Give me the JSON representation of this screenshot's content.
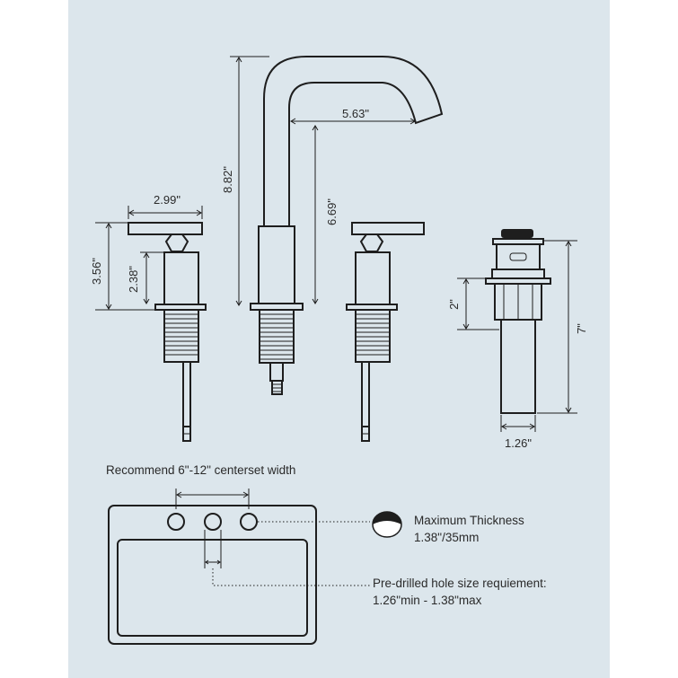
{
  "dimensions": {
    "handle_width": "2.99\"",
    "handle_height": "3.56\"",
    "handle_body_height": "2.38\"",
    "spout_height": "8.82\"",
    "spout_reach": "5.63\"",
    "spout_clearance": "6.69\"",
    "drain_height": "2\"",
    "drain_length": "7\"",
    "drain_width": "1.26\""
  },
  "notes": {
    "centerset": "Recommend 6\"-12\" centerset width",
    "thickness_title": "Maximum Thickness",
    "thickness_value": "1.38\"/35mm",
    "hole_title": "Pre-drilled hole size requiement:",
    "hole_value": "1.26\"min - 1.38\"max"
  }
}
